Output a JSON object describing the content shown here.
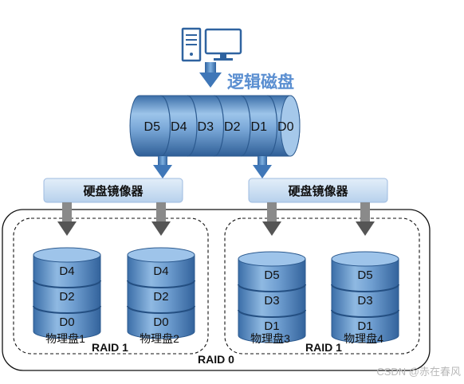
{
  "logical_disk": {
    "label": "逻辑磁盘",
    "segments": [
      "D5",
      "D4",
      "D3",
      "D2",
      "D1",
      "D0"
    ]
  },
  "mirrors": [
    {
      "label": "硬盘镜像器"
    },
    {
      "label": "硬盘镜像器"
    }
  ],
  "raid_groups": [
    {
      "label": "RAID 1",
      "disks": [
        {
          "name": "物理盘1",
          "blocks": [
            "D4",
            "D2",
            "D0"
          ]
        },
        {
          "name": "物理盘2",
          "blocks": [
            "D4",
            "D2",
            "D0"
          ]
        }
      ]
    },
    {
      "label": "RAID 1",
      "disks": [
        {
          "name": "物理盘3",
          "blocks": [
            "D5",
            "D3",
            "D1"
          ]
        },
        {
          "name": "物理盘4",
          "blocks": [
            "D5",
            "D3",
            "D1"
          ]
        }
      ]
    }
  ],
  "raid0_label": "RAID 0",
  "watermark": "CSDN @赤在春风",
  "colors": {
    "disk_blue": "#6f9ed0",
    "disk_dark": "#3e6fa6",
    "arrow_blue": "#3f77b8",
    "arrow_gray": "#555555",
    "mirror_fill": "#c9def2",
    "title_blue": "#5b8fd1"
  }
}
